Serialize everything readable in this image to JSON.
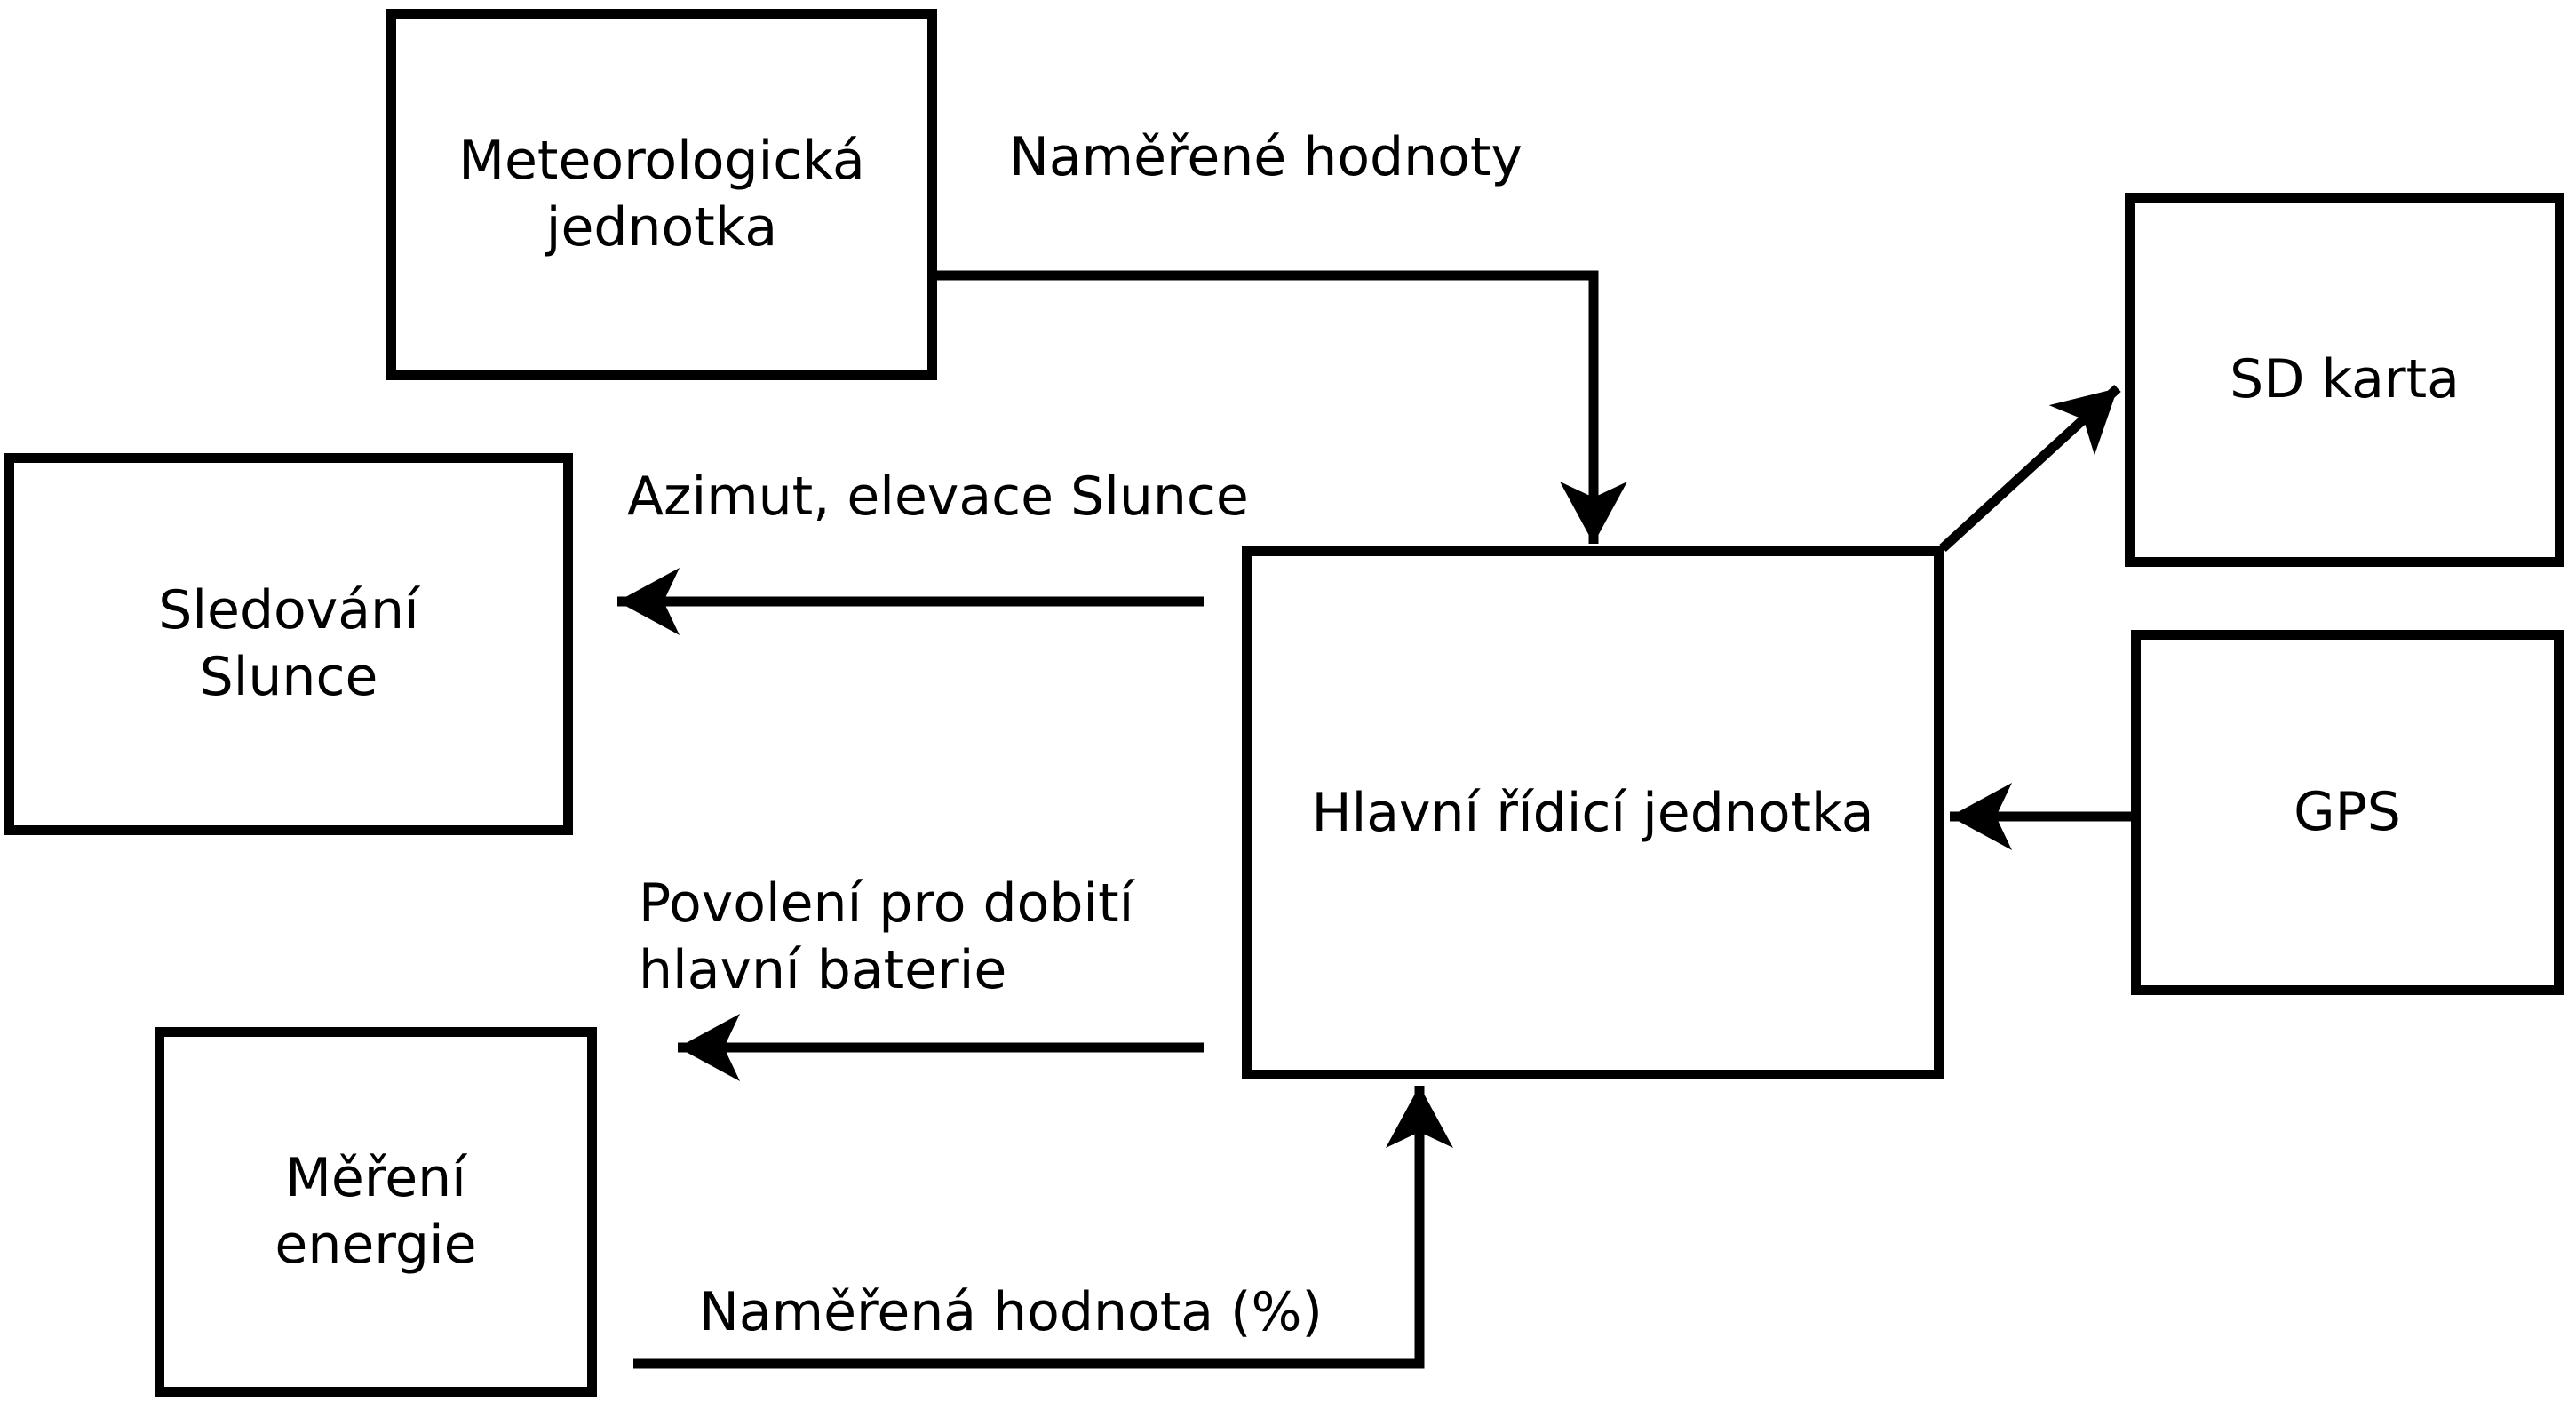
{
  "diagram": {
    "background_color": "#ffffff",
    "stroke_color": "#000000",
    "nodes": [
      {
        "id": "meteo-unit",
        "label": "Meteorologická\njednotka"
      },
      {
        "id": "sun-tracking",
        "label": "Sledování\nSlunce"
      },
      {
        "id": "energy-measurement",
        "label": "Měření\nenergie"
      },
      {
        "id": "main-control-unit",
        "label": "Hlavní řídicí jednotka"
      },
      {
        "id": "sd-card",
        "label": "SD karta"
      },
      {
        "id": "gps",
        "label": "GPS"
      }
    ],
    "edges": [
      {
        "id": "meteo-to-main",
        "from": "meteo-unit",
        "to": "main-control-unit",
        "label": "Naměřené hodnoty"
      },
      {
        "id": "main-to-sun-tracking",
        "from": "main-control-unit",
        "to": "sun-tracking",
        "label": "Azimut, elevace Slunce"
      },
      {
        "id": "main-to-battery-charge",
        "from": "main-control-unit",
        "to": "",
        "label": "Povolení pro dobití\nhlavní baterie"
      },
      {
        "id": "gps-to-main",
        "from": "gps",
        "to": "main-control-unit",
        "label": ""
      },
      {
        "id": "main-to-sd-card",
        "from": "main-control-unit",
        "to": "sd-card",
        "label": ""
      },
      {
        "id": "energy-to-main",
        "from": "energy-measurement",
        "to": "main-control-unit",
        "label": "Naměřená hodnota (%)"
      }
    ]
  }
}
